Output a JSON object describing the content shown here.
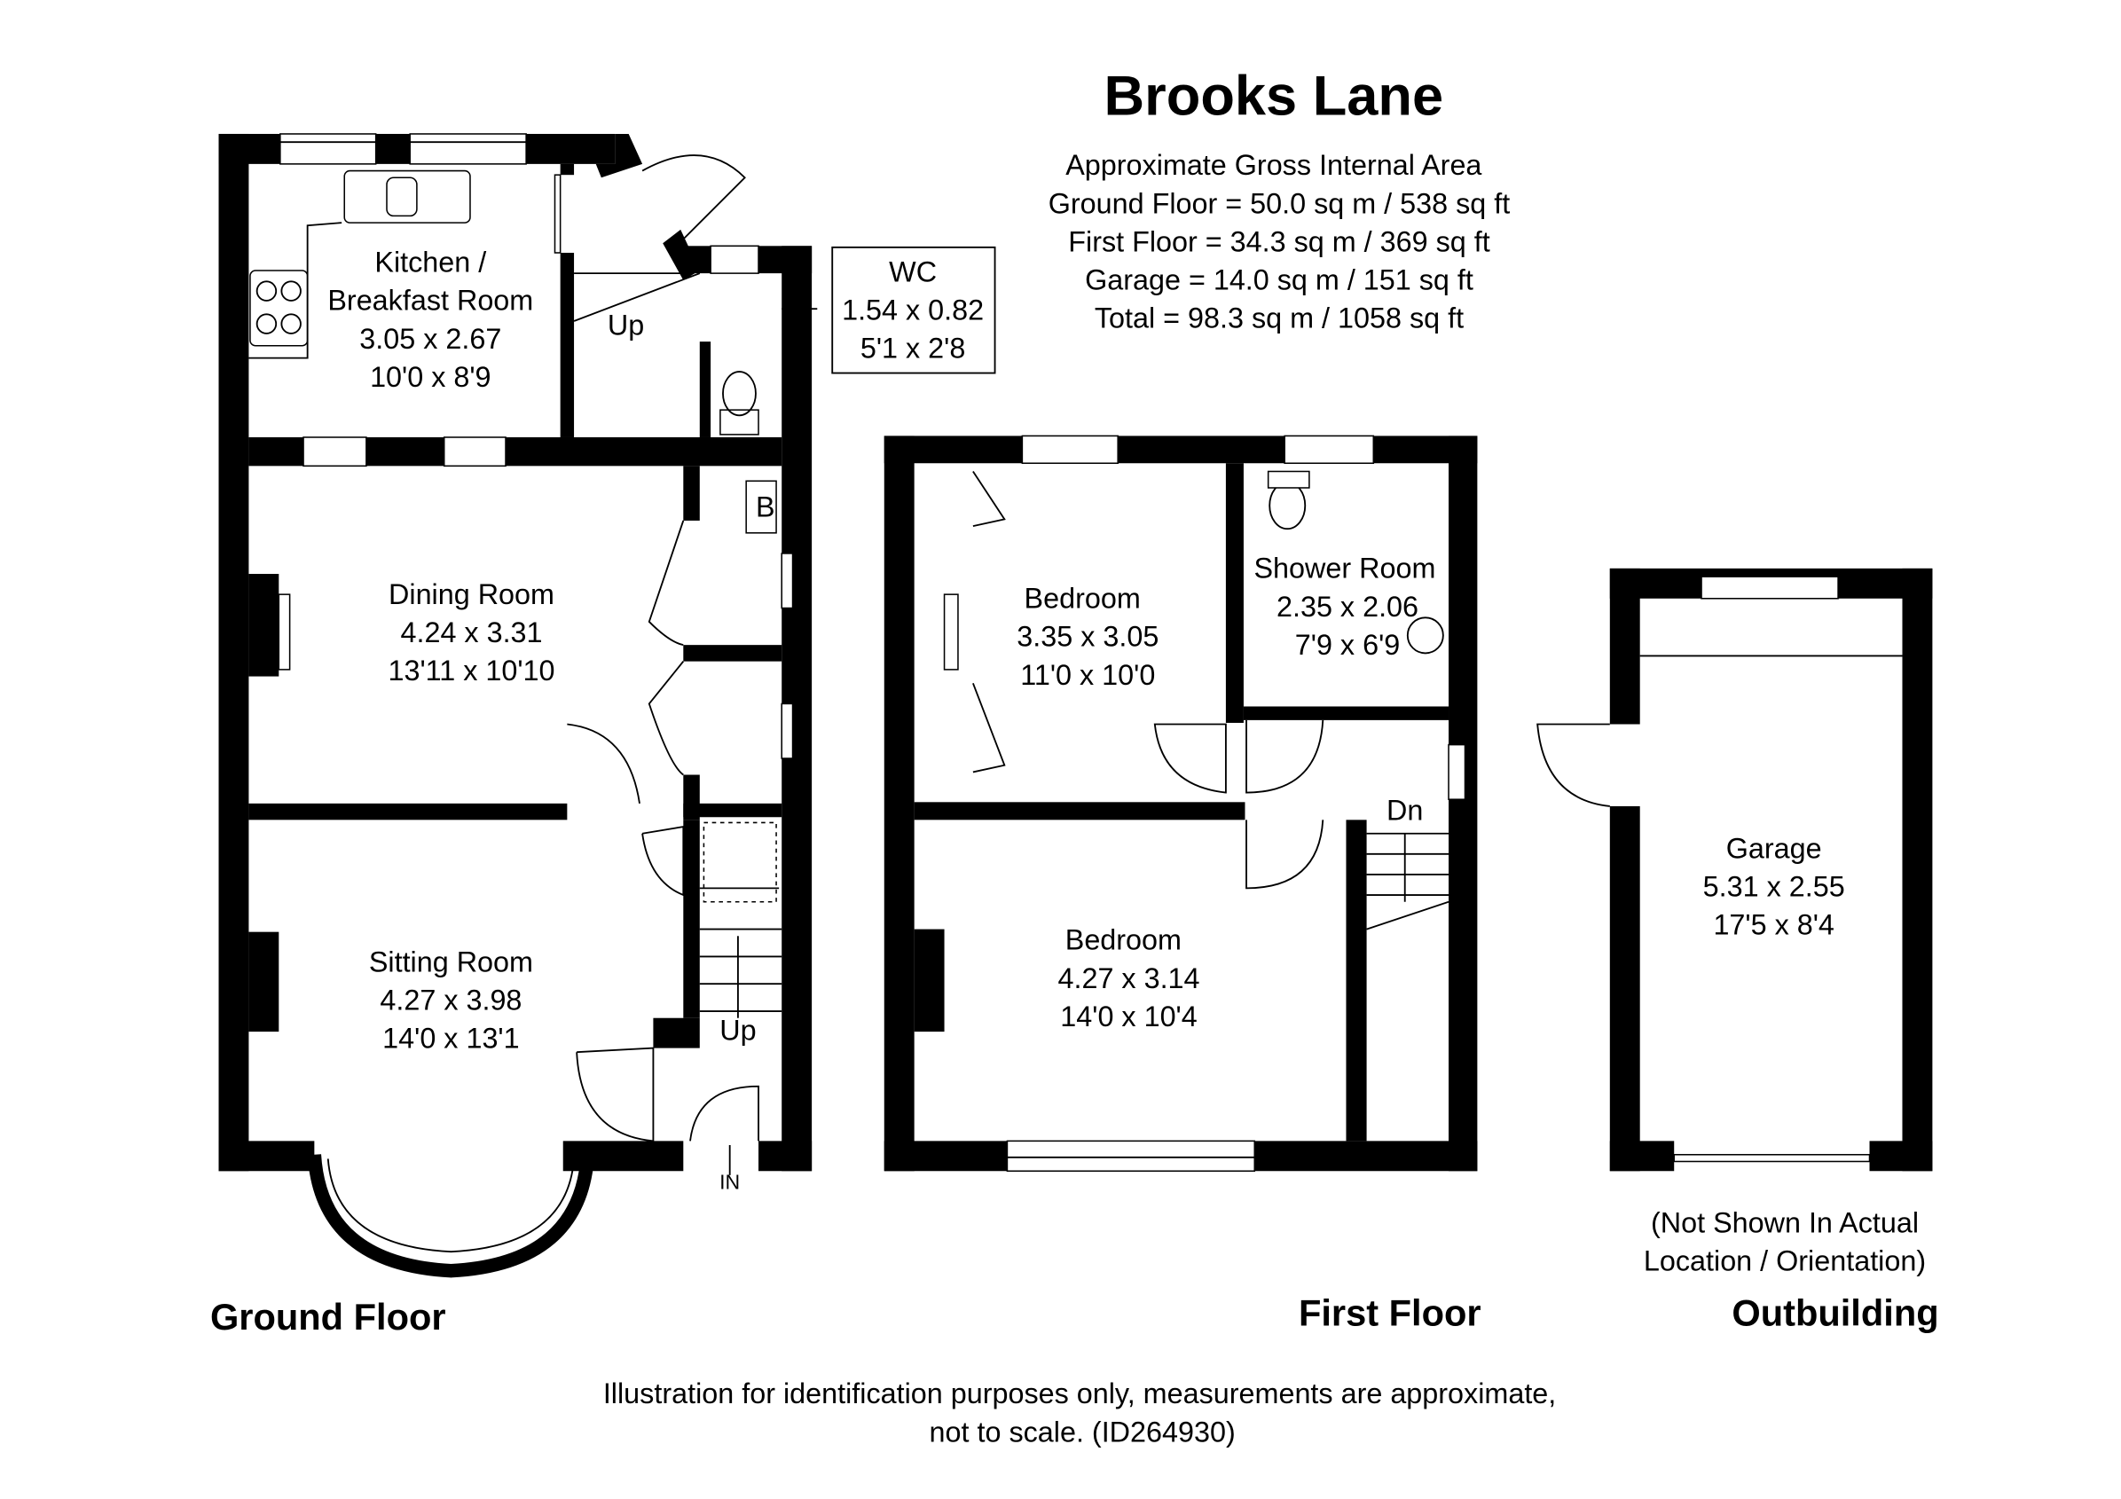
{
  "title": "Brooks Lane",
  "area_summary": {
    "heading": "Approximate Gross Internal Area",
    "ground_floor": "Ground Floor = 50.0 sq m / 538 sq ft",
    "first_floor": "First Floor = 34.3 sq m / 369 sq ft",
    "garage": "Garage = 14.0 sq m / 151 sq ft",
    "total": "Total = 98.3 sq m / 1058 sq ft"
  },
  "ground_floor": {
    "label": "Ground Floor",
    "kitchen": {
      "name_line1": "Kitchen /",
      "name_line2": "Breakfast Room",
      "metric": "3.05 x 2.67",
      "imperial": "10'0 x 8'9"
    },
    "wc": {
      "name": "WC",
      "metric": "1.54 x 0.82",
      "imperial": "5'1 x 2'8"
    },
    "dining": {
      "name": "Dining Room",
      "metric": "4.24 x 3.31",
      "imperial": "13'11 x 10'10"
    },
    "sitting": {
      "name": "Sitting Room",
      "metric": "4.27 x 3.98",
      "imperial": "14'0 x 13'1"
    },
    "stairs_up_rear": "Up",
    "stairs_up_hall": "Up",
    "boiler": "B",
    "entrance": "IN"
  },
  "first_floor": {
    "label": "First Floor",
    "bedroom1": {
      "name": "Bedroom",
      "metric": "3.35 x 3.05",
      "imperial": "11'0 x 10'0"
    },
    "shower": {
      "name": "Shower Room",
      "metric": "2.35 x 2.06",
      "imperial": "7'9 x 6'9"
    },
    "bedroom2": {
      "name": "Bedroom",
      "metric": "4.27 x 3.14",
      "imperial": "14'0 x 10'4"
    },
    "stairs_down": "Dn"
  },
  "outbuilding": {
    "label": "Outbuilding",
    "garage": {
      "name": "Garage",
      "metric": "5.31 x 2.55",
      "imperial": "17'5 x 8'4"
    },
    "note_line1": "(Not Shown In Actual",
    "note_line2": "Location / Orientation)"
  },
  "footer": {
    "line1": "Illustration for identification purposes only, measurements are approximate,",
    "line2": "not to scale. (ID264930)"
  }
}
